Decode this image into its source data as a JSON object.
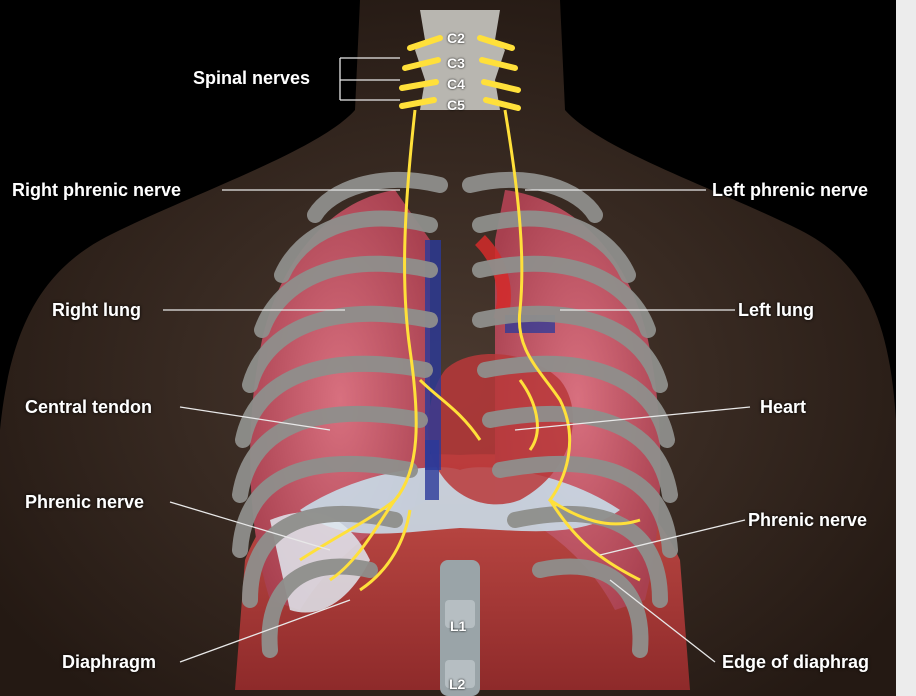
{
  "labels": {
    "spinal_nerves": "Spinal nerves",
    "right_phrenic_nerve": "Right phrenic nerve",
    "left_phrenic_nerve": "Left phrenic nerve",
    "right_lung": "Right lung",
    "left_lung": "Left lung",
    "central_tendon": "Central tendon",
    "heart": "Heart",
    "phrenic_nerve_left_side": "Phrenic nerve",
    "phrenic_nerve_right_side": "Phrenic nerve",
    "diaphragm": "Diaphragm",
    "edge_of_diaphragm": "Edge of diaphrag"
  },
  "vertebrae": {
    "c2": "C2",
    "c3": "C3",
    "c4": "C4",
    "c5": "C5",
    "l1": "L1",
    "l2": "L2"
  },
  "colors": {
    "background": "#000000",
    "skin": "#3a2a22",
    "lung": "#c9566a",
    "rib": "#8f8f8c",
    "nerve": "#ffe03a",
    "diaphragm_muscle": "#b83a3a",
    "central_tendon": "#c8dce8",
    "vein": "#2a3a9a",
    "artery": "#d42a2a",
    "label_text": "#ffffff"
  }
}
